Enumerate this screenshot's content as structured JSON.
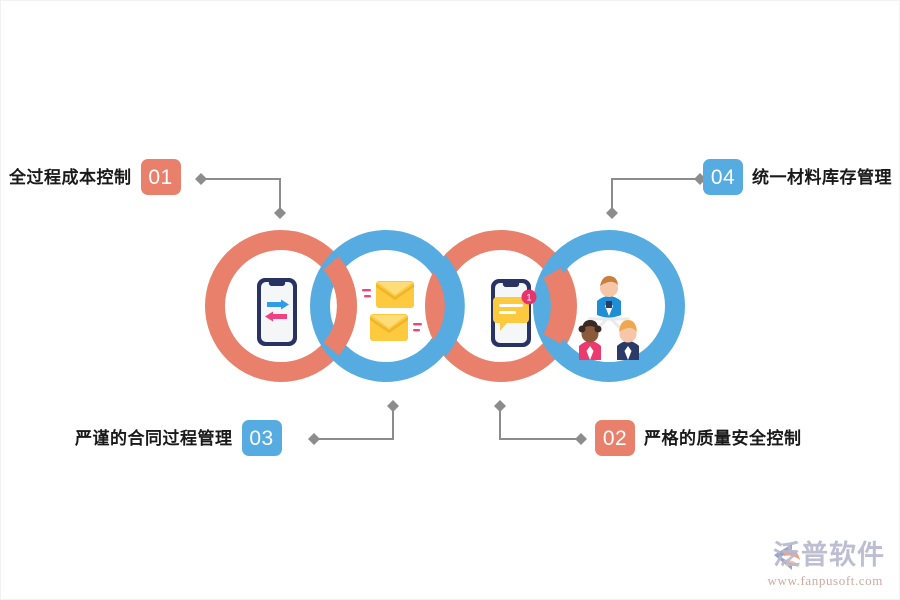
{
  "diagram": {
    "title": "",
    "colors": {
      "orange": "#e8806b",
      "blue": "#56ace0",
      "connector": "#8c8c8c",
      "envelope": "#fcc93f",
      "phone_frame": "#283364",
      "accent_pink": "#f2417f",
      "background": "#ffffff"
    },
    "callouts": [
      {
        "number": "01",
        "label": "全过程成本控制",
        "color": "#e8806b",
        "side": "left",
        "position": "top-left"
      },
      {
        "number": "04",
        "label": "统一材料库存管理",
        "color": "#56ace0",
        "side": "right",
        "position": "top-right"
      },
      {
        "number": "03",
        "label": "严谨的合同过程管理",
        "color": "#56ace0",
        "side": "left",
        "position": "bottom-left"
      },
      {
        "number": "02",
        "label": "严格的质量安全控制",
        "color": "#e8806b",
        "side": "right",
        "position": "bottom-right"
      }
    ],
    "rings": [
      {
        "index": 1,
        "color": "#e8806b",
        "icon": "mobile-transfer-icon"
      },
      {
        "index": 2,
        "color": "#56ace0",
        "icon": "envelopes-icon"
      },
      {
        "index": 3,
        "color": "#e8806b",
        "icon": "mobile-chat-icon"
      },
      {
        "index": 4,
        "color": "#56ace0",
        "icon": "team-people-icon"
      }
    ],
    "icon_badges": {
      "chat_notification_count": "1"
    }
  },
  "watermark": {
    "brand": "泛普软件",
    "url": "www.fanpusoft.com",
    "logo_icon": "fanpu-logo-icon"
  }
}
